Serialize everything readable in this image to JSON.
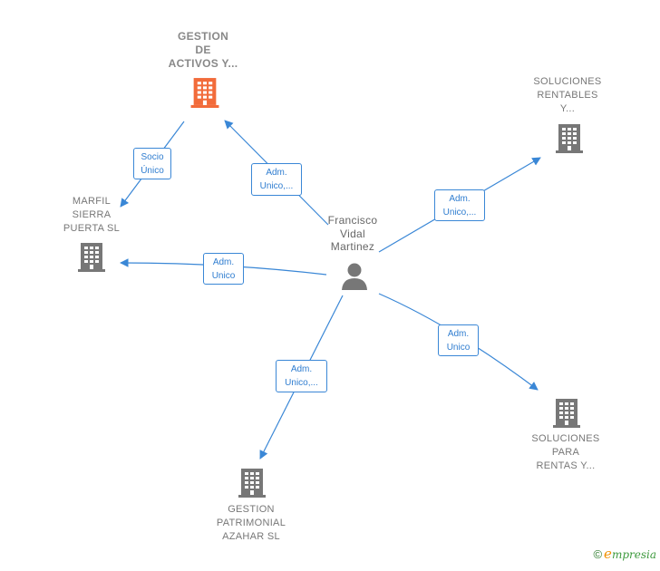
{
  "colors": {
    "edge": "#3a87d6",
    "building_main": "#f26b3a",
    "building": "#777777",
    "person": "#777777"
  },
  "person": {
    "label": "Francisco\nVidal\nMartinez",
    "icon": "person-icon"
  },
  "companies": {
    "gestion_activos": {
      "label": "GESTION\nDE\nACTIVOS Y...",
      "icon": "building-icon"
    },
    "soluciones_rentables": {
      "label": "SOLUCIONES\nRENTABLES\nY...",
      "icon": "building-icon"
    },
    "marfil": {
      "label": "MARFIL\nSIERRA\nPUERTA  SL",
      "icon": "building-icon"
    },
    "soluciones_para": {
      "label": "SOLUCIONES\nPARA\nRENTAS Y...",
      "icon": "building-icon"
    },
    "gestion_patrimonial": {
      "label": "GESTION\nPATRIMONIAL\nAZAHAR  SL",
      "icon": "building-icon"
    }
  },
  "edges": {
    "socio_unico": "Socio\nÚnico",
    "adm_gestion_activos": "Adm.\nUnico,...",
    "adm_soluciones_rentables": "Adm.\nUnico,...",
    "adm_marfil": "Adm.\nUnico",
    "adm_soluciones_para": "Adm.\nUnico",
    "adm_gestion_patrimonial": "Adm.\nUnico,..."
  },
  "brand": {
    "copyright": "©",
    "e": "e",
    "rest": "mpresia"
  }
}
